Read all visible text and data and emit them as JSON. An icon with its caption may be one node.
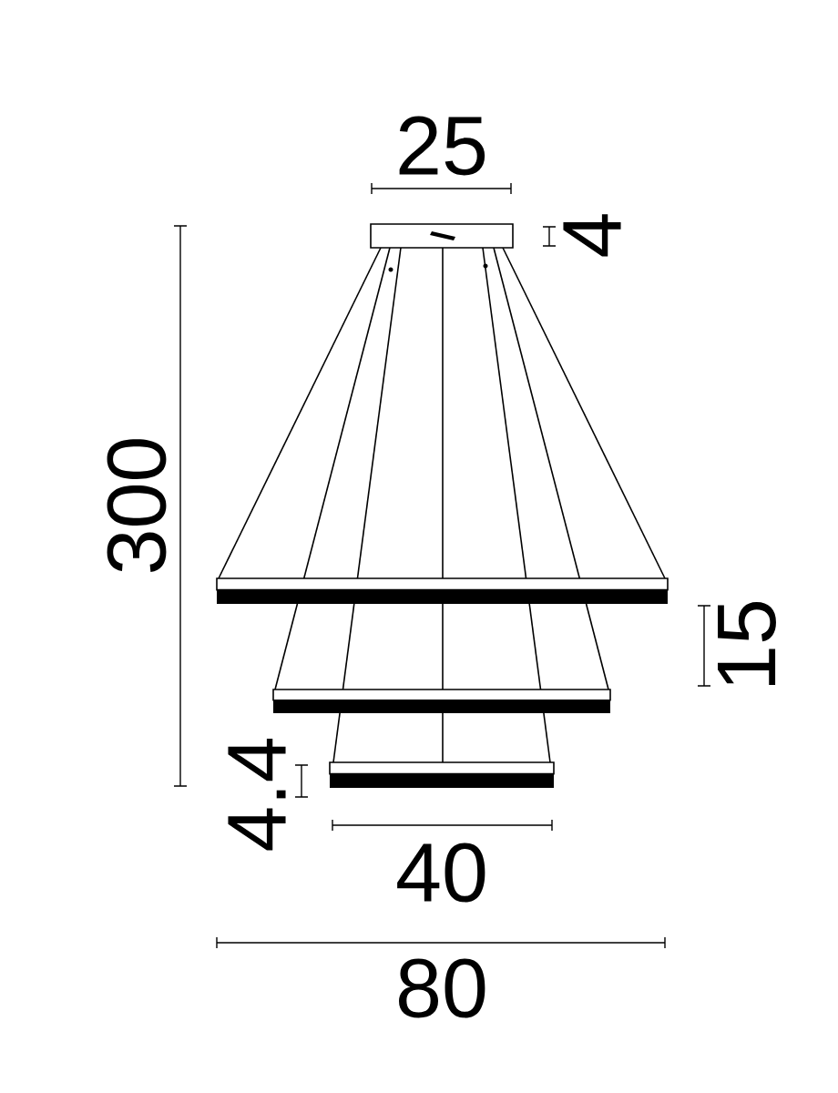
{
  "diagram": {
    "labels": [
      "25",
      "4",
      "300",
      "15",
      "4.4",
      "40",
      "80"
    ]
  }
}
